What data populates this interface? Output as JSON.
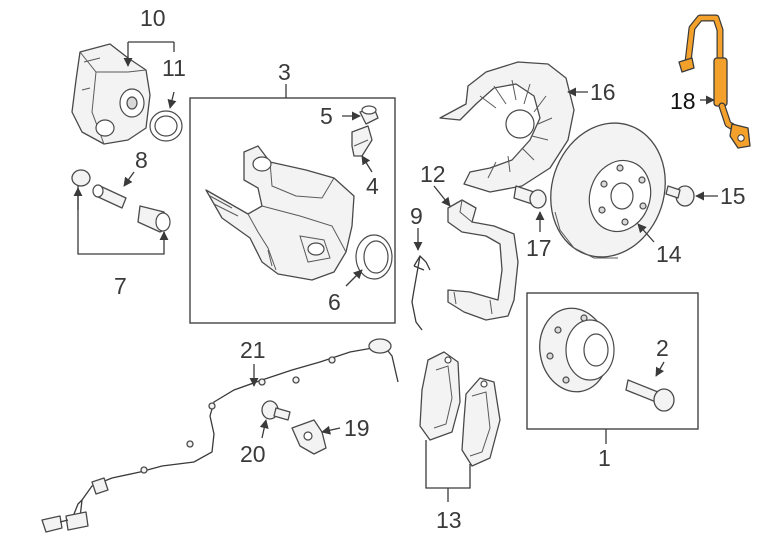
{
  "diagram": {
    "highlight_color": "#f3a12a",
    "line_color": "#3a3a3a",
    "callouts": {
      "c1": "1",
      "c2": "2",
      "c3": "3",
      "c4": "4",
      "c5": "5",
      "c6": "6",
      "c7": "7",
      "c8": "8",
      "c9": "9",
      "c10": "10",
      "c11": "11",
      "c12": "12",
      "c13": "13",
      "c14": "14",
      "c15": "15",
      "c16": "16",
      "c17": "17",
      "c18": "18",
      "c19": "19",
      "c20": "20",
      "c21": "21"
    }
  }
}
